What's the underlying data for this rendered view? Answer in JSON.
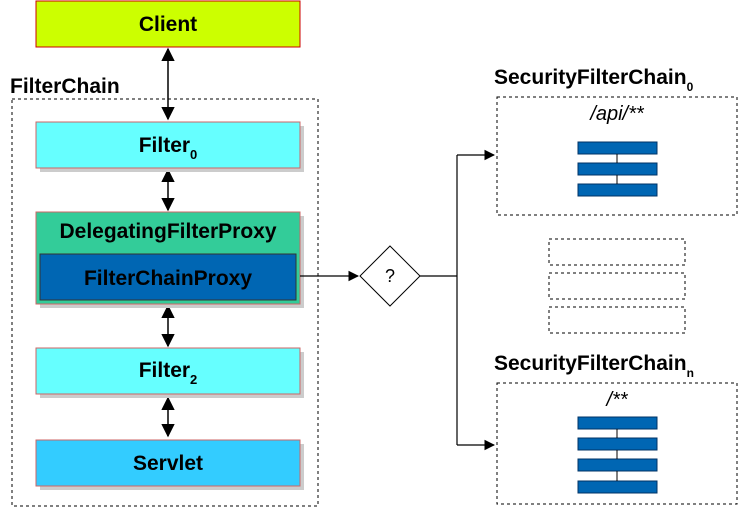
{
  "client": {
    "label": "Client"
  },
  "filter_chain": {
    "label": "FilterChain",
    "filter0": {
      "label": "Filter",
      "sub": "0"
    },
    "delegating": {
      "label": "DelegatingFilterProxy"
    },
    "filter_chain_proxy": {
      "label": "FilterChainProxy"
    },
    "filter2": {
      "label": "Filter",
      "sub": "2"
    },
    "servlet": {
      "label": "Servlet"
    }
  },
  "decision": {
    "label": "?"
  },
  "security_chain_0": {
    "label": "SecurityFilterChain",
    "sub": "0",
    "pattern": "/api/**"
  },
  "security_chain_n": {
    "label": "SecurityFilterChain",
    "sub": "n",
    "pattern": "/**"
  },
  "colors": {
    "client_fill": "#ccff00",
    "client_stroke": "#cc0000",
    "filter_fill": "#66ffff",
    "filter_stroke": "#cc6666",
    "delegating_fill": "#33cc99",
    "proxy_fill": "#0066b3",
    "servlet_fill": "#33ccff",
    "shadow": "#cccccc",
    "chain_block": "#0066b3"
  }
}
